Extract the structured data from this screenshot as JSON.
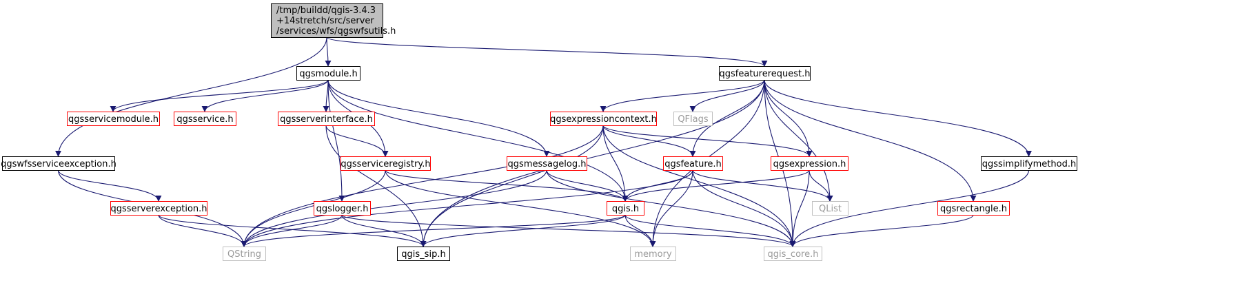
{
  "colors": {
    "edge": "#191970",
    "border_black": "#000000",
    "border_red": "#ff0000",
    "border_grey": "#bfbfbf",
    "root_fill": "#bfbfbf",
    "node_fill": "#ffffff"
  },
  "nodes": [
    {
      "id": "root",
      "lines": [
        "/tmp/buildd/qgis-3.4.3",
        "+14stretch/src/server",
        "/services/wfs/qgswfsutils.h"
      ],
      "style": "root"
    },
    {
      "id": "qgsmodule",
      "lines": [
        "qgsmodule.h"
      ],
      "style": "black"
    },
    {
      "id": "qgsfeaturerequest",
      "lines": [
        "qgsfeaturerequest.h"
      ],
      "style": "black"
    },
    {
      "id": "qgsservicemodule",
      "lines": [
        "qgsservicemodule.h"
      ],
      "style": "red"
    },
    {
      "id": "qgsservice",
      "lines": [
        "qgsservice.h"
      ],
      "style": "red"
    },
    {
      "id": "qgsserverinterface",
      "lines": [
        "qgsserverinterface.h"
      ],
      "style": "red"
    },
    {
      "id": "qgsexpressioncontext",
      "lines": [
        "qgsexpressioncontext.h"
      ],
      "style": "red"
    },
    {
      "id": "qflags",
      "lines": [
        "QFlags"
      ],
      "style": "grey"
    },
    {
      "id": "qgswfsserviceexception",
      "lines": [
        "qgswfsserviceexception.h"
      ],
      "style": "black"
    },
    {
      "id": "qgsserviceregistry",
      "lines": [
        "qgsserviceregistry.h"
      ],
      "style": "red"
    },
    {
      "id": "qgsmessagelog",
      "lines": [
        "qgsmessagelog.h"
      ],
      "style": "red"
    },
    {
      "id": "qgsfeature",
      "lines": [
        "qgsfeature.h"
      ],
      "style": "red"
    },
    {
      "id": "qgsexpression",
      "lines": [
        "qgsexpression.h"
      ],
      "style": "red"
    },
    {
      "id": "qgssimplifymethod",
      "lines": [
        "qgssimplifymethod.h"
      ],
      "style": "black"
    },
    {
      "id": "qgsserverexception",
      "lines": [
        "qgsserverexception.h"
      ],
      "style": "red"
    },
    {
      "id": "qgslogger",
      "lines": [
        "qgslogger.h"
      ],
      "style": "red"
    },
    {
      "id": "qgis",
      "lines": [
        "qgis.h"
      ],
      "style": "red"
    },
    {
      "id": "qlist",
      "lines": [
        "QList"
      ],
      "style": "grey"
    },
    {
      "id": "qgsrectangle",
      "lines": [
        "qgsrectangle.h"
      ],
      "style": "red"
    },
    {
      "id": "qstring",
      "lines": [
        "QString"
      ],
      "style": "grey"
    },
    {
      "id": "qgis_sip",
      "lines": [
        "qgis_sip.h"
      ],
      "style": "black"
    },
    {
      "id": "memory",
      "lines": [
        "memory"
      ],
      "style": "grey"
    },
    {
      "id": "qgis_core",
      "lines": [
        "qgis_core.h"
      ],
      "style": "grey"
    }
  ],
  "edges": [
    [
      "root",
      "qgsmodule"
    ],
    [
      "root",
      "qgsfeaturerequest"
    ],
    [
      "root",
      "qgswfsserviceexception"
    ],
    [
      "qgsmodule",
      "qgsservicemodule"
    ],
    [
      "qgsmodule",
      "qgsservice"
    ],
    [
      "qgsmodule",
      "qgsserverinterface"
    ],
    [
      "qgsmodule",
      "qgsserviceregistry"
    ],
    [
      "qgsmodule",
      "qgsmessagelog"
    ],
    [
      "qgsmodule",
      "qgslogger"
    ],
    [
      "qgsmodule",
      "qgis"
    ],
    [
      "qgsfeaturerequest",
      "qgsexpressioncontext"
    ],
    [
      "qgsfeaturerequest",
      "qflags"
    ],
    [
      "qgsfeaturerequest",
      "qgsfeature"
    ],
    [
      "qgsfeaturerequest",
      "qgsexpression"
    ],
    [
      "qgsfeaturerequest",
      "qgssimplifymethod"
    ],
    [
      "qgsfeaturerequest",
      "qgsrectangle"
    ],
    [
      "qgsfeaturerequest",
      "qlist"
    ],
    [
      "qgsfeaturerequest",
      "qgis_sip"
    ],
    [
      "qgsfeaturerequest",
      "memory"
    ],
    [
      "qgsfeaturerequest",
      "qgis_core"
    ],
    [
      "qgsserverinterface",
      "qgsserviceregistry"
    ],
    [
      "qgsserverinterface",
      "qgis_sip"
    ],
    [
      "qgsexpressioncontext",
      "qstring"
    ],
    [
      "qgsexpressioncontext",
      "qgsfeature"
    ],
    [
      "qgsexpressioncontext",
      "qgsexpression"
    ],
    [
      "qgsexpressioncontext",
      "qgis"
    ],
    [
      "qgsexpressioncontext",
      "qgis_sip"
    ],
    [
      "qgsexpressioncontext",
      "qgis_core"
    ],
    [
      "qgswfsserviceexception",
      "qgsserverexception"
    ],
    [
      "qgswfsserviceexception",
      "qstring"
    ],
    [
      "qgsserviceregistry",
      "qstring"
    ],
    [
      "qgsserviceregistry",
      "qgis"
    ],
    [
      "qgsserviceregistry",
      "memory"
    ],
    [
      "qgsmessagelog",
      "qstring"
    ],
    [
      "qgsmessagelog",
      "qgis"
    ],
    [
      "qgsmessagelog",
      "qgis_core"
    ],
    [
      "qgsfeature",
      "qgis"
    ],
    [
      "qgsfeature",
      "qlist"
    ],
    [
      "qgsfeature",
      "qstring"
    ],
    [
      "qgsfeature",
      "memory"
    ],
    [
      "qgsfeature",
      "qgis_core"
    ],
    [
      "qgsexpression",
      "qgis"
    ],
    [
      "qgsexpression",
      "qlist"
    ],
    [
      "qgsexpression",
      "qgis_core"
    ],
    [
      "qgssimplifymethod",
      "qgis_core"
    ],
    [
      "qgsserverexception",
      "qstring"
    ],
    [
      "qgsserverexception",
      "qgis_sip"
    ],
    [
      "qgslogger",
      "qstring"
    ],
    [
      "qgslogger",
      "qgis_sip"
    ],
    [
      "qgslogger",
      "qgis_core"
    ],
    [
      "qgis",
      "qstring"
    ],
    [
      "qgis",
      "qgis_sip"
    ],
    [
      "qgis",
      "memory"
    ],
    [
      "qgis",
      "qgis_core"
    ],
    [
      "qgsrectangle",
      "qgis_core"
    ]
  ]
}
